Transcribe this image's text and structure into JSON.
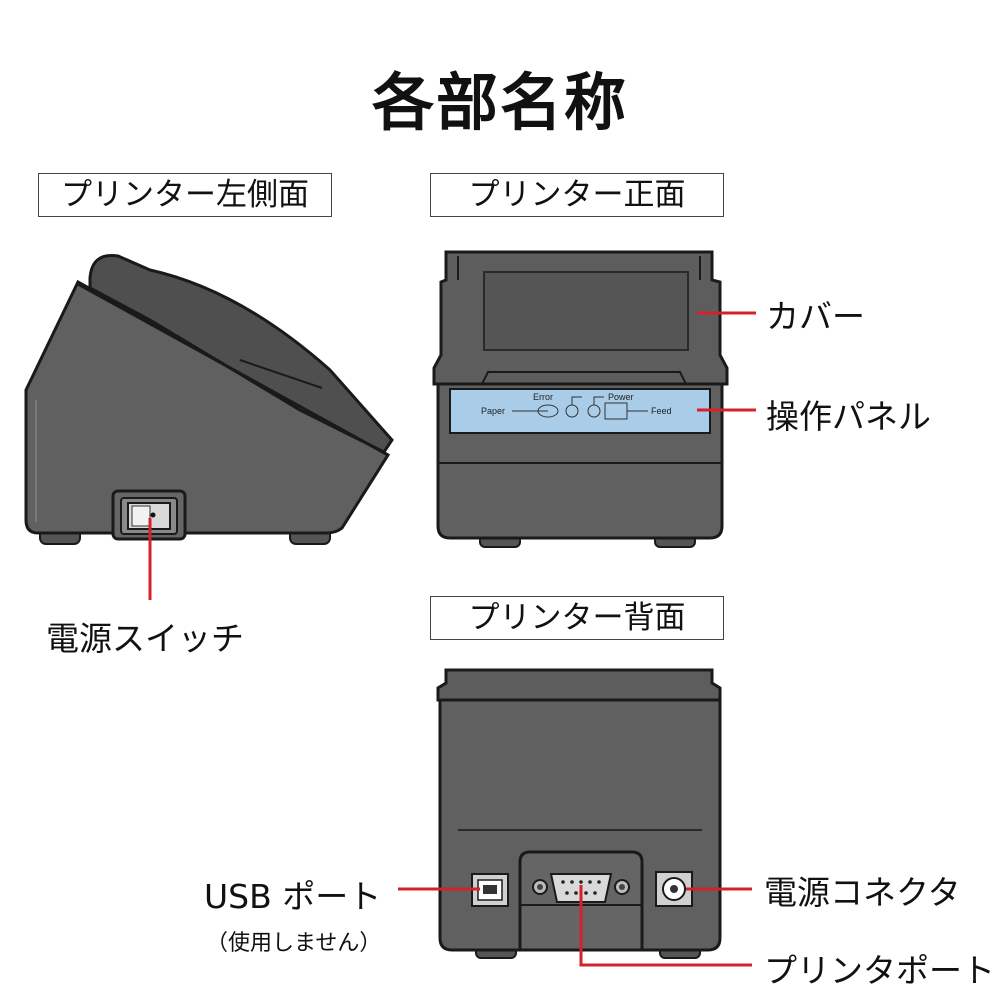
{
  "title": "各部名称",
  "views": {
    "left": "プリンター左側面",
    "front": "プリンター正面",
    "back": "プリンター背面"
  },
  "panel": {
    "error": "Error",
    "power": "Power",
    "paper": "Paper",
    "feed": "Feed"
  },
  "callouts": {
    "power_switch": "電源スイッチ",
    "cover": "カバー",
    "control_panel": "操作パネル",
    "usb_port": "USB ポート",
    "usb_note": "（使用しません）",
    "power_connector": "電源コネクタ",
    "printer_port": "プリンタポート"
  },
  "colors": {
    "body": "#606060",
    "outline": "#1a1a1a",
    "leader": "#d8202a",
    "panel": "#a9cde8"
  }
}
